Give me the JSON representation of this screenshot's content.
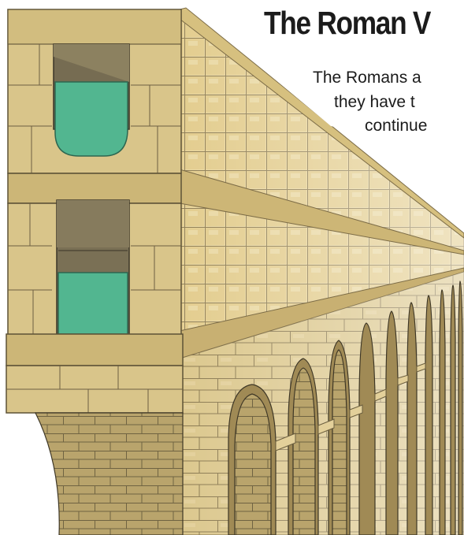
{
  "page": {
    "heading": "The Roman V",
    "intro_lines": [
      "The Romans a",
      "they have t",
      "continue"
    ]
  },
  "illustration": {
    "subject": "aqueduct-cutaway",
    "colors": {
      "stone_light": "#ecdba6",
      "stone_mid": "#dcc686",
      "stone_dark": "#c4ac68",
      "shadow": "#8a7c5c",
      "water": "#52b690",
      "outline": "#3a3528"
    }
  }
}
